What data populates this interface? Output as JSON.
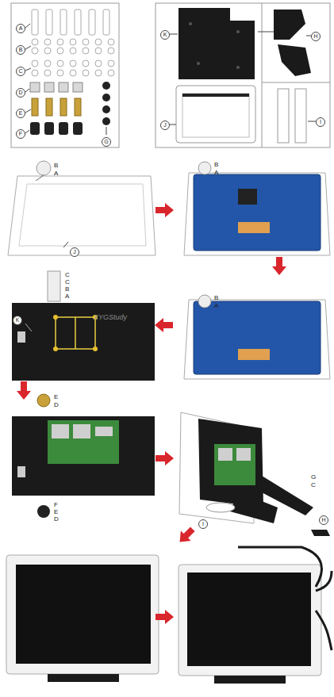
{
  "diagram": {
    "labels": [
      "A",
      "B",
      "C",
      "D",
      "E",
      "F",
      "G",
      "K",
      "H",
      "J",
      "I",
      "B",
      "A",
      "J",
      "B",
      "A",
      "C",
      "C",
      "B",
      "A",
      "K",
      "E",
      "D",
      "B",
      "A",
      "F",
      "E",
      "D",
      "G",
      "C",
      "I",
      "H",
      "XYGStudy"
    ]
  }
}
